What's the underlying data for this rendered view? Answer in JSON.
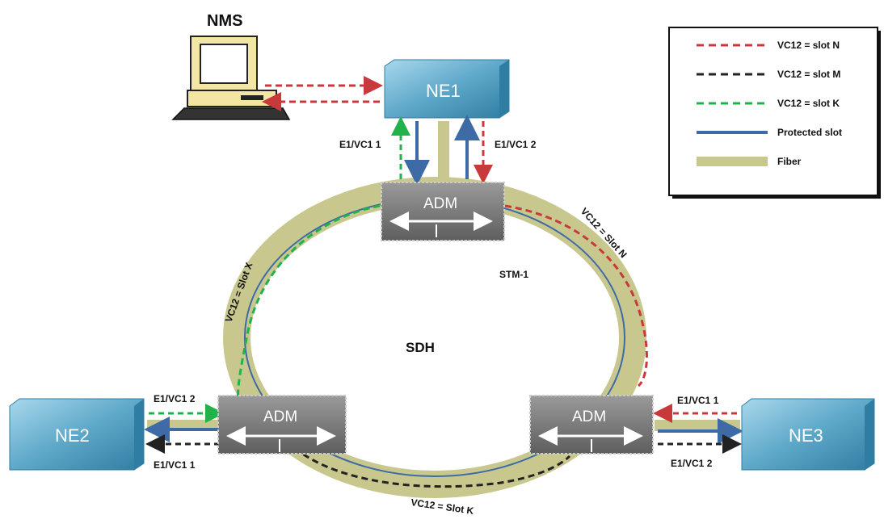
{
  "title": "NMS",
  "center_label": "SDH",
  "ring_label": "STM-1",
  "nodes": {
    "ne1": "NE1",
    "ne2": "NE2",
    "ne3": "NE3",
    "adm_top": "ADM",
    "adm_left": "ADM",
    "adm_right": "ADM"
  },
  "port_labels": {
    "ne1_left": "E1/VC1 1",
    "ne1_right": "E1/VC1 2",
    "ne2_top": "E1/VC1 2",
    "ne2_bottom": "E1/VC1 1",
    "ne3_top": "E1/VC1 1",
    "ne3_bottom": "E1/VC1 2"
  },
  "path_labels": {
    "left": "VC12 = Slot X",
    "right": "VC12 = Slot N",
    "bottom": "VC12 = Slot K"
  },
  "legend": [
    {
      "label": "VC12 = slot N",
      "color": "#c8393c",
      "style": "dashed"
    },
    {
      "label": "VC12 = slot M",
      "color": "#222222",
      "style": "dashed"
    },
    {
      "label": "VC12 = slot K",
      "color": "#22b24c",
      "style": "dashed"
    },
    {
      "label": "Protected slot",
      "color": "#3e6aa6",
      "style": "solid"
    },
    {
      "label": "Fiber",
      "color": "#c8c88e",
      "style": "thick"
    }
  ],
  "colors": {
    "red": "#c8393c",
    "black": "#222222",
    "green": "#22b24c",
    "blue": "#3e6aa6",
    "fiber": "#c8c88e",
    "ne_fill": "#4f9cbf",
    "adm_fill": "#7d7d7d"
  },
  "icons": {
    "nms": "computer-terminal-icon"
  }
}
